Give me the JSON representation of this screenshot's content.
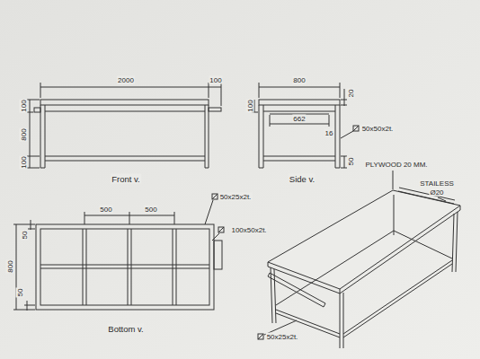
{
  "diagram": {
    "labels": [
      "2000",
      "100",
      "100",
      "800",
      "100",
      "Front v.",
      "800",
      "20",
      "100",
      "662",
      "16",
      "50x50x2t.",
      "50",
      "Side v.",
      "500",
      "500",
      "50x25x2t.",
      "100x50x2t.",
      "800",
      "50",
      "50",
      "Bottom v.",
      "PLYWOOD 20 MM.",
      "STAILESS",
      "Ø20",
      "50x25x2t."
    ]
  }
}
